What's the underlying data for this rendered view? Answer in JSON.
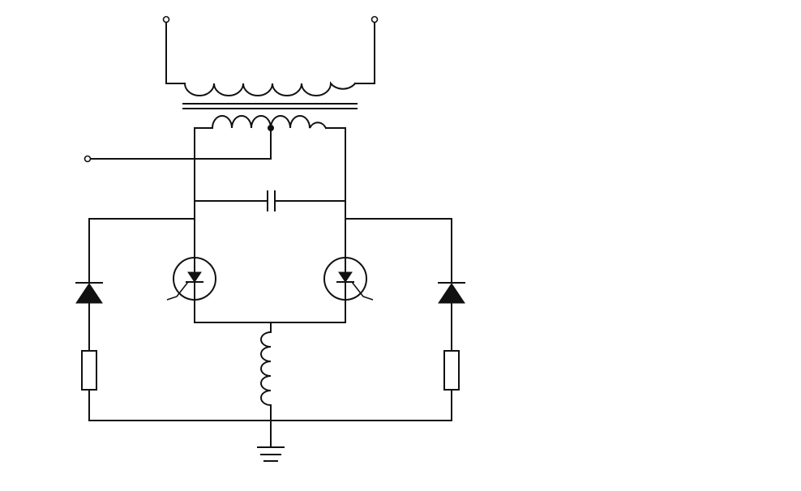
{
  "diagram": {
    "type": "circuit-schematic",
    "background": "#ffffff",
    "line_color": "#111111",
    "components": [
      {
        "id": "transformer",
        "kind": "transformer-with-center-tap"
      },
      {
        "id": "input-terminal",
        "kind": "terminal"
      },
      {
        "id": "output-terminal-left",
        "kind": "terminal"
      },
      {
        "id": "output-terminal-right",
        "kind": "terminal"
      },
      {
        "id": "capacitor",
        "kind": "capacitor"
      },
      {
        "id": "thyristor-left",
        "kind": "thyristor"
      },
      {
        "id": "thyristor-right",
        "kind": "thyristor"
      },
      {
        "id": "diode-left",
        "kind": "diode"
      },
      {
        "id": "diode-right",
        "kind": "diode"
      },
      {
        "id": "resistor-left",
        "kind": "resistor"
      },
      {
        "id": "resistor-right",
        "kind": "resistor"
      },
      {
        "id": "inductor",
        "kind": "inductor"
      },
      {
        "id": "ground",
        "kind": "ground"
      }
    ]
  }
}
